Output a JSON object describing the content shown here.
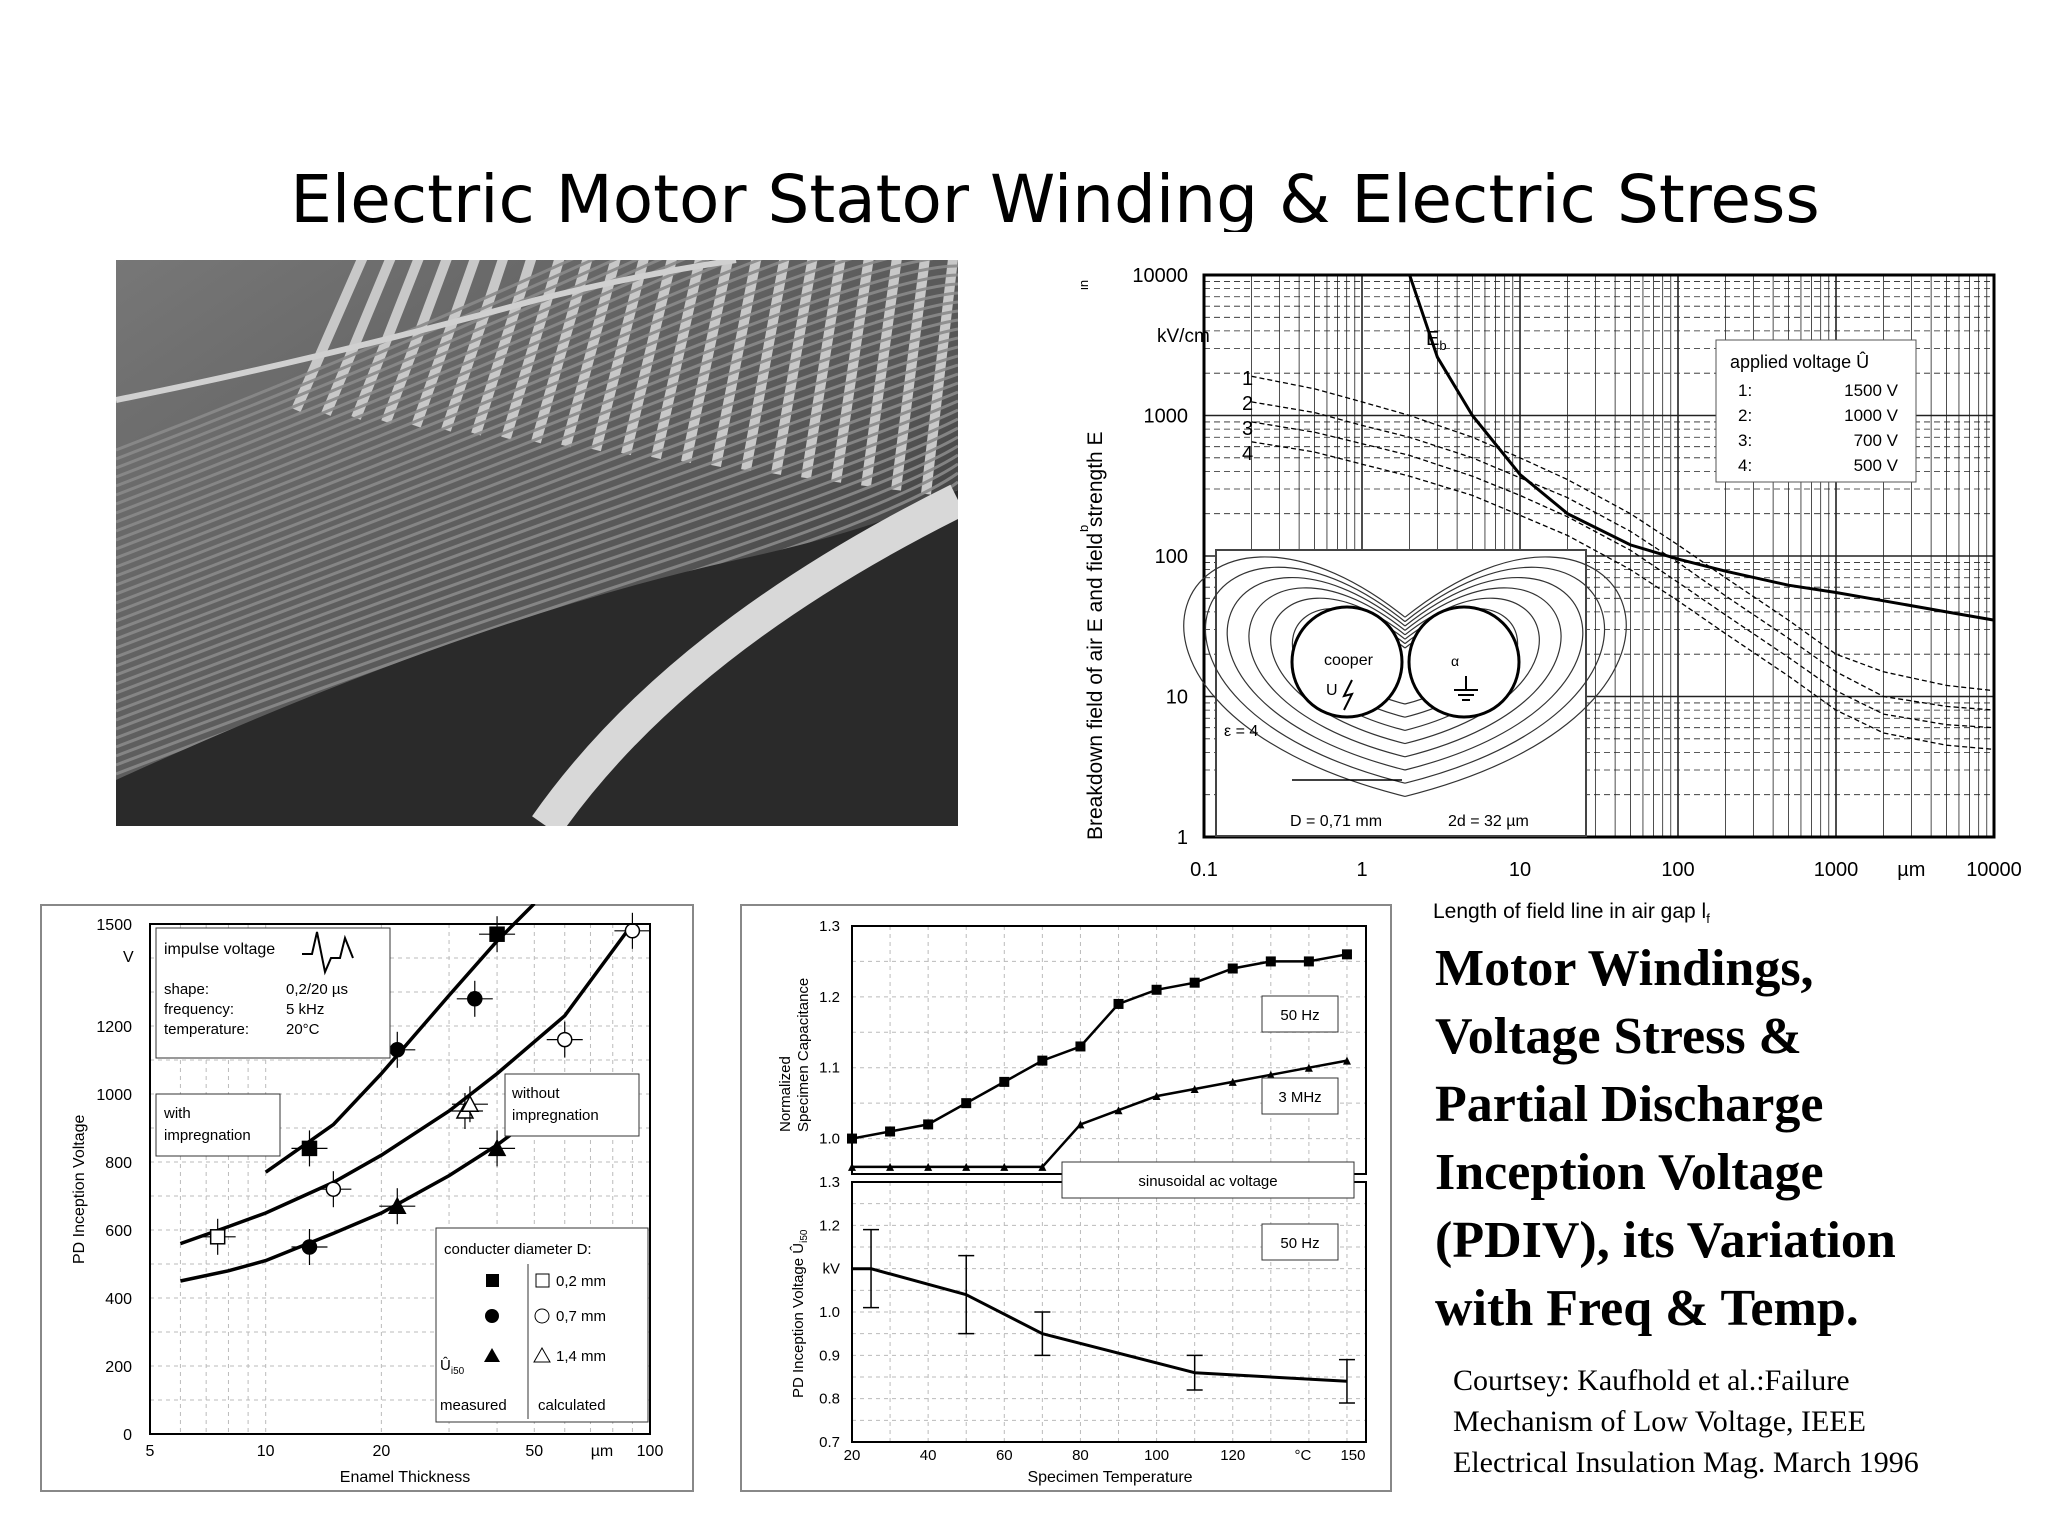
{
  "slide": {
    "title": "Electric Motor Stator Winding & Electric Stress",
    "side_text": [
      "Motor Windings,",
      "Voltage Stress &",
      "Partial Discharge",
      "Inception Voltage",
      "(PDIV), its  Variation",
      "with Freq & Temp."
    ],
    "credit": [
      "Courtsey: Kaufhold et al.:Failure",
      "Mechanism of Low Voltage, IEEE",
      "Electrical Insulation Mag. March 1996"
    ]
  },
  "chart_data": [
    {
      "id": "breakdown-field",
      "type": "line",
      "xscale": "log",
      "yscale": "log",
      "xlim": [
        0.1,
        10000
      ],
      "ylim": [
        1,
        10000
      ],
      "xticks": [
        "0.1",
        "1",
        "10",
        "100",
        "1000",
        "µm",
        "10000"
      ],
      "yticks": [
        "1",
        "10",
        "100",
        "1000",
        "10000"
      ],
      "yunit": "kV/cm",
      "xlabel": "Length of field line in air gap l",
      "xlabel_sub": "f",
      "ylabel": "Breakdown field of air  E   and  field strength E",
      "ylabel_subs": [
        "b",
        "in"
      ],
      "curve_label": "E",
      "curve_label_sub": "b",
      "series": [
        {
          "name": "E",
          "x": [
            2,
            3,
            5,
            10,
            20,
            50,
            100,
            200,
            500,
            1000,
            2000,
            5000,
            10000
          ],
          "y": [
            10000,
            2600,
            1000,
            380,
            200,
            120,
            95,
            78,
            62,
            55,
            48,
            40,
            35
          ]
        },
        {
          "name": "1",
          "x": [
            0.2,
            0.5,
            1,
            2,
            5,
            10,
            20,
            50,
            100,
            200,
            500,
            1000,
            2000,
            5000,
            10000
          ],
          "y": [
            1900,
            1550,
            1250,
            1000,
            700,
            500,
            350,
            200,
            120,
            70,
            35,
            20,
            15,
            12,
            11
          ]
        },
        {
          "name": "2",
          "x": [
            0.2,
            0.5,
            1,
            2,
            5,
            10,
            20,
            50,
            100,
            200,
            500,
            1000,
            2000,
            5000,
            10000
          ],
          "y": [
            1250,
            1050,
            850,
            700,
            500,
            360,
            260,
            150,
            90,
            52,
            26,
            15,
            10,
            8.5,
            8
          ]
        },
        {
          "name": "3",
          "x": [
            0.2,
            0.5,
            1,
            2,
            5,
            10,
            20,
            50,
            100,
            200,
            500,
            1000,
            2000,
            5000,
            10000
          ],
          "y": [
            900,
            760,
            630,
            520,
            370,
            270,
            190,
            110,
            65,
            38,
            19,
            11,
            7.5,
            6.3,
            6
          ]
        },
        {
          "name": "4",
          "x": [
            0.2,
            0.5,
            1,
            2,
            5,
            10,
            20,
            50,
            100,
            200,
            500,
            1000,
            2000,
            5000,
            10000
          ],
          "y": [
            650,
            550,
            450,
            370,
            270,
            195,
            140,
            80,
            48,
            28,
            14,
            8,
            5.5,
            4.5,
            4.2
          ]
        }
      ],
      "legend": {
        "title": "applied voltage  Û",
        "placement": "top-right",
        "rows": [
          [
            "1:",
            "1500 V"
          ],
          [
            "2:",
            "1000 V"
          ],
          [
            "3:",
            "700 V"
          ],
          [
            "4:",
            "500 V"
          ]
        ]
      },
      "inset": {
        "label_left": "cooper",
        "label_u": "U",
        "epsilon": "ε = 4",
        "dim_d": "D = 0,71 mm",
        "dim_2d": "2d =   32 µm",
        "alpha": "α"
      }
    },
    {
      "id": "pd-vs-enamel",
      "type": "scatter",
      "xscale": "log",
      "xlim": [
        5,
        100
      ],
      "ylim": [
        0,
        1500
      ],
      "xticks": [
        "5",
        "10",
        "20",
        "50",
        "µm",
        "100"
      ],
      "yticks": [
        "0",
        "200",
        "400",
        "600",
        "800",
        "1000",
        "1200",
        "1500"
      ],
      "yunit": "V",
      "xlabel": "Enamel Thickness",
      "ylabel": "PD Inception Voltage",
      "info": {
        "title": "impulse voltage",
        "rows": [
          [
            "shape:",
            "0,2/20 µs"
          ],
          [
            "frequency:",
            "5 kHz"
          ],
          [
            "temperature:",
            "20°C"
          ]
        ]
      },
      "note_with": [
        "with",
        "impregnation"
      ],
      "note_without": [
        "without",
        "impregnation"
      ],
      "legend": {
        "title": "conducter diameter D:",
        "rows": [
          [
            "0,2 mm"
          ],
          [
            "0,7 mm"
          ],
          [
            "1,4 mm"
          ]
        ],
        "footer_left": "Û",
        "footer_left_sub": "i50",
        "footer_measured": "measured",
        "footer_calculated": "calculated"
      },
      "series": [
        {
          "name": "0,2 mm",
          "measured": {
            "x": [
              13,
              40
            ],
            "y": [
              840,
              1470
            ]
          },
          "calculated": {
            "x": [
              7.5
            ],
            "y": [
              580
            ]
          }
        },
        {
          "name": "0,7 mm",
          "measured": {
            "x": [
              13,
              22,
              35
            ],
            "y": [
              550,
              1130,
              1280
            ]
          },
          "calculated": {
            "x": [
              15,
              60,
              90
            ],
            "y": [
              720,
              1160,
              1480
            ]
          }
        },
        {
          "name": "1,4 mm",
          "measured": {
            "x": [
              22,
              40
            ],
            "y": [
              670,
              840
            ]
          },
          "calculated": {
            "x": [
              33,
              34
            ],
            "y": [
              950,
              970
            ]
          }
        }
      ],
      "curves": [
        {
          "x": [
            10,
            15,
            20,
            30,
            40,
            50
          ],
          "y": [
            770,
            910,
            1060,
            1290,
            1450,
            1560
          ]
        },
        {
          "x": [
            6,
            8,
            10,
            15,
            20,
            30,
            40,
            60,
            90
          ],
          "y": [
            560,
            610,
            650,
            740,
            820,
            950,
            1060,
            1230,
            1500
          ]
        },
        {
          "x": [
            6,
            8,
            10,
            15,
            20,
            30,
            40,
            60
          ],
          "y": [
            450,
            480,
            510,
            590,
            650,
            760,
            850,
            1000
          ]
        }
      ]
    },
    {
      "id": "capacitance-pd-vs-temp",
      "type": "line",
      "xlim": [
        20,
        155
      ],
      "xticks": [
        "20",
        "40",
        "60",
        "80",
        "100",
        "120",
        "°C",
        "150"
      ],
      "xlabel": "Specimen Temperature",
      "top": {
        "ylim": [
          0.95,
          1.3
        ],
        "yticks": [
          "1.0",
          "1.1",
          "1.2",
          "1.3"
        ],
        "ylabel": [
          "Normalized",
          "Specimen Capacitance"
        ],
        "label_50hz": "50 Hz",
        "label_3mhz": "3 MHz",
        "note": "sinusoidal ac voltage",
        "series": [
          {
            "name": "50 Hz",
            "x": [
              20,
              30,
              40,
              50,
              60,
              70,
              80,
              90,
              100,
              110,
              120,
              130,
              140,
              150
            ],
            "y": [
              1.0,
              1.01,
              1.02,
              1.05,
              1.08,
              1.11,
              1.13,
              1.19,
              1.21,
              1.22,
              1.24,
              1.25,
              1.25,
              1.26
            ]
          },
          {
            "name": "3 MHz",
            "x": [
              20,
              30,
              40,
              50,
              60,
              70,
              80,
              90,
              100,
              110,
              120,
              130,
              140,
              150
            ],
            "y": [
              0.96,
              0.96,
              0.96,
              0.96,
              0.96,
              0.96,
              1.02,
              1.04,
              1.06,
              1.07,
              1.08,
              1.09,
              1.1,
              1.11
            ]
          }
        ]
      },
      "bottom": {
        "ylim": [
          0.7,
          1.3
        ],
        "yticks": [
          "0.7",
          "0.8",
          "0.9",
          "1.0",
          "kV",
          "1.2",
          "1.3"
        ],
        "ylabel": "PD Inception Voltage Û",
        "ylabel_sub": "i50",
        "label_50hz": "50 Hz",
        "series": [
          {
            "name": "50 Hz",
            "x": [
              20,
              25,
              50,
              70,
              110,
              150
            ],
            "y": [
              1.1,
              1.1,
              1.04,
              0.95,
              0.86,
              0.84
            ],
            "err": [
              0,
              0.09,
              0.09,
              0.05,
              0.04,
              0.05
            ]
          }
        ]
      }
    }
  ]
}
